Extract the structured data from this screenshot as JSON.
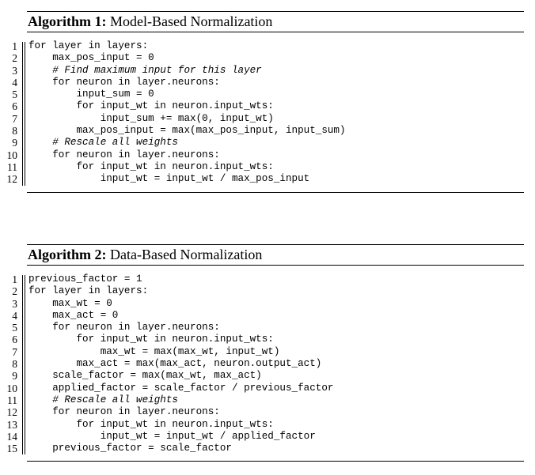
{
  "algorithms": [
    {
      "label": "Algorithm 1:",
      "title": "Model-Based Normalization",
      "lines": [
        {
          "num": "1",
          "text": "for layer in layers:",
          "comment": false
        },
        {
          "num": "2",
          "text": "    max_pos_input = 0",
          "comment": false
        },
        {
          "num": "3",
          "text": "    # Find maximum input for this layer",
          "comment": true
        },
        {
          "num": "4",
          "text": "    for neuron in layer.neurons:",
          "comment": false
        },
        {
          "num": "5",
          "text": "        input_sum = 0",
          "comment": false
        },
        {
          "num": "6",
          "text": "        for input_wt in neuron.input_wts:",
          "comment": false
        },
        {
          "num": "7",
          "text": "            input_sum += max(0, input_wt)",
          "comment": false
        },
        {
          "num": "8",
          "text": "        max_pos_input = max(max_pos_input, input_sum)",
          "comment": false
        },
        {
          "num": "9",
          "text": "    # Rescale all weights",
          "comment": true
        },
        {
          "num": "10",
          "text": "    for neuron in layer.neurons:",
          "comment": false
        },
        {
          "num": "11",
          "text": "        for input_wt in neuron.input_wts:",
          "comment": false
        },
        {
          "num": "12",
          "text": "            input_wt = input_wt / max_pos_input",
          "comment": false
        }
      ]
    },
    {
      "label": "Algorithm 2:",
      "title": "Data-Based Normalization",
      "lines": [
        {
          "num": "1",
          "text": "previous_factor = 1",
          "comment": false
        },
        {
          "num": "2",
          "text": "for layer in layers:",
          "comment": false
        },
        {
          "num": "3",
          "text": "    max_wt = 0",
          "comment": false
        },
        {
          "num": "4",
          "text": "    max_act = 0",
          "comment": false
        },
        {
          "num": "5",
          "text": "    for neuron in layer.neurons:",
          "comment": false
        },
        {
          "num": "6",
          "text": "        for input_wt in neuron.input_wts:",
          "comment": false
        },
        {
          "num": "7",
          "text": "            max_wt = max(max_wt, input_wt)",
          "comment": false
        },
        {
          "num": "8",
          "text": "        max_act = max(max_act, neuron.output_act)",
          "comment": false
        },
        {
          "num": "9",
          "text": "    scale_factor = max(max_wt, max_act)",
          "comment": false
        },
        {
          "num": "10",
          "text": "    applied_factor = scale_factor / previous_factor",
          "comment": false
        },
        {
          "num": "11",
          "text": "    # Rescale all weights",
          "comment": true
        },
        {
          "num": "12",
          "text": "    for neuron in layer.neurons:",
          "comment": false
        },
        {
          "num": "13",
          "text": "        for input_wt in neuron.input_wts:",
          "comment": false
        },
        {
          "num": "14",
          "text": "            input_wt = input_wt / applied_factor",
          "comment": false
        },
        {
          "num": "15",
          "text": "    previous_factor = scale_factor",
          "comment": false
        }
      ]
    }
  ]
}
